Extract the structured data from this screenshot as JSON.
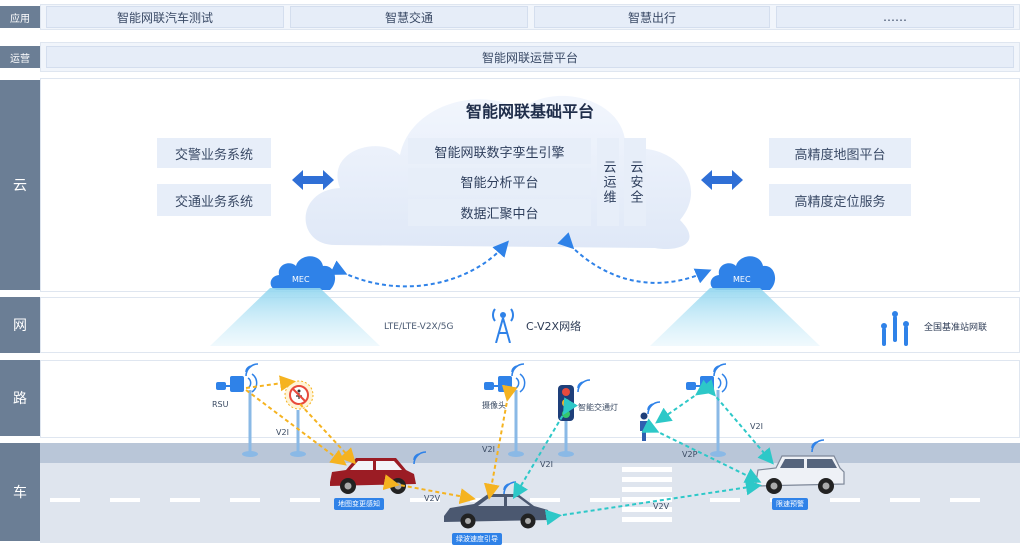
{
  "layers": {
    "app": "应用",
    "ops": "运营",
    "cloud": "云",
    "net": "网",
    "road": "路",
    "car": "车"
  },
  "app_items": [
    "智能网联汽车测试",
    "智慧交通",
    "智慧出行",
    "……"
  ],
  "ops_platform": "智能网联运营平台",
  "cloud": {
    "title": "智能网联基础平台",
    "left": [
      "交警业务系统",
      "交通业务系统"
    ],
    "right": [
      "高精度地图平台",
      "高精度定位服务"
    ],
    "center": [
      "智能网联数字孪生引擎",
      "智能分析平台",
      "数据汇聚中台"
    ],
    "ops": "云运维",
    "security": "云安全",
    "mec": "MEC"
  },
  "network": {
    "lte": "LTE/LTE-V2X/5G",
    "cv2x": "C-V2X网络",
    "base": "全国基准站网联"
  },
  "road": {
    "rsu": "RSU",
    "camera": "摄像头",
    "light": "智能交通灯",
    "v2i": "V2I",
    "v2p": "V2P",
    "v2v": "V2V"
  },
  "cars": {
    "map_change": "地图变更感知",
    "green_wave": "绿波速度引导",
    "speed_limit": "限速预警"
  },
  "colors": {
    "label_bg": "#6b7e95",
    "accent_blue": "#2f82e8",
    "arrow_yellow": "#f5b320",
    "arrow_cyan": "#2dc8c8"
  }
}
